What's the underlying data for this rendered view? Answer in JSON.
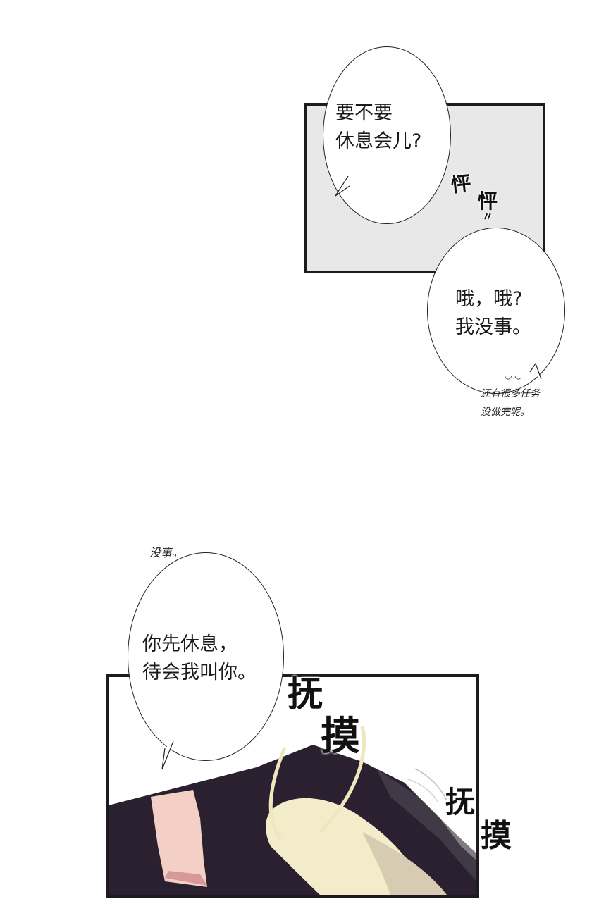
{
  "panels": {
    "top": {
      "bubble1": {
        "lines": "要不要\n休息会儿?"
      },
      "sfx_pat": {
        "char1": "怦",
        "char2": "怦",
        "mark": "〃"
      },
      "bubble2": {
        "lines": "哦，哦?\n我没事。"
      },
      "aside": {
        "face": "◡ ◡",
        "lines": "还有很多任务\n没做完呢。"
      }
    },
    "bottom": {
      "aside": "没事。",
      "bubble": {
        "lines": "你先休息，\n待会我叫你。"
      },
      "sfx1": {
        "char1": "抚",
        "char2": "摸"
      },
      "sfx2": {
        "char1": "抚",
        "char2": "摸"
      }
    }
  },
  "colors": {
    "frame": "#1c1a1f",
    "panel_bg_gray": "#e8e8e8",
    "jacket": "#2a2030",
    "cuff": "#f4cfc6",
    "hair": "#f3eccb"
  }
}
